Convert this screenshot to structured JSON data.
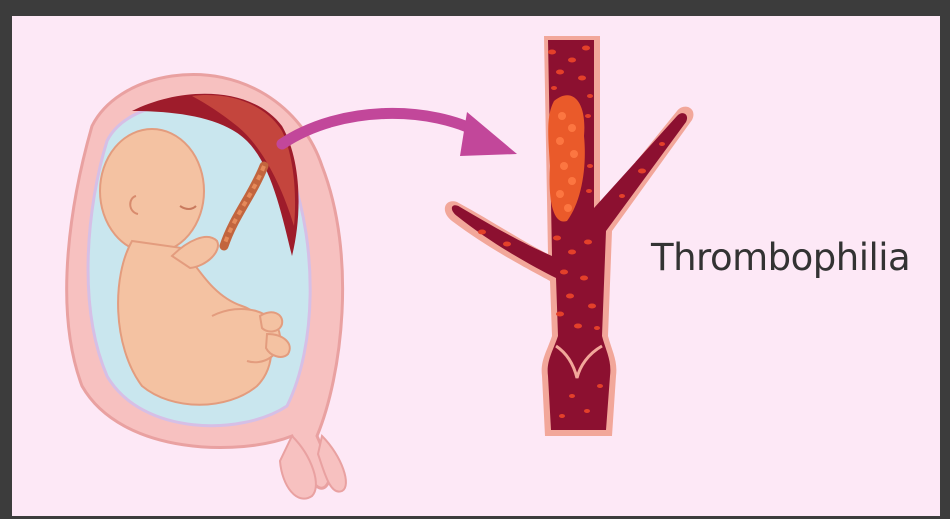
{
  "label": "Thrombophilia",
  "colors": {
    "background": "#fde8f6",
    "frame": "#3c3c3c",
    "vessel": "#8c1030",
    "vessel_outline": "#f2a79a",
    "blood_cells": "#e3402a",
    "clot": "#ea5a2a",
    "uterus": "#f7c1c0",
    "amniotic_fluid": "#c9e6ee",
    "placenta": "#9e1c2b",
    "fetus_skin": "#f4c2a2",
    "arrow": "#c2479a"
  },
  "icons": [
    "fetus-in-uterus-illustration",
    "blood-vessel-with-clot-illustration",
    "curved-arrow"
  ]
}
